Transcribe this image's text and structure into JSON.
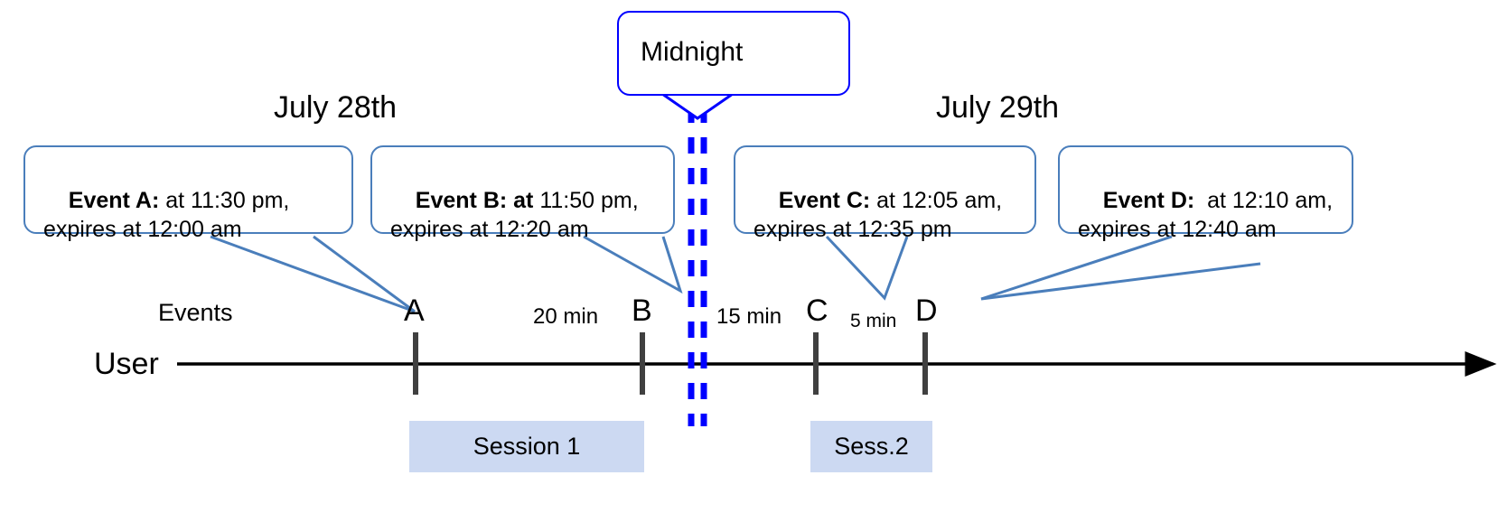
{
  "diagram": {
    "title_dates": [
      {
        "id": "july-28",
        "label": "July 28th"
      },
      {
        "id": "july-29",
        "label": "July 29th"
      }
    ],
    "midnight_marker": {
      "label": "Midnight",
      "line_color": "#0000ff",
      "border_color": "#0000ff"
    },
    "axis": {
      "lane_label_events": "Events",
      "lane_label_user": "User",
      "line_color": "#000000",
      "tick_color": "#404040"
    },
    "callouts": [
      {
        "id": "event-a",
        "bold": "Event A:",
        "rest": " at 11:30 pm,",
        "line2": "expires at 12:00 am"
      },
      {
        "id": "event-b",
        "bold": "Event B: at",
        "rest": " 11:50 pm,",
        "line2": "expires at 12:20 am"
      },
      {
        "id": "event-c",
        "bold": "Event C:",
        "rest": " at 12:05 am,",
        "line2": "expires at 12:35 pm"
      },
      {
        "id": "event-d",
        "bold": "Event D:",
        "rest": "  at 12:10 am,",
        "line2": "expires at 12:40 am"
      }
    ],
    "ticks": [
      {
        "id": "tick-a",
        "label": "A"
      },
      {
        "id": "tick-b",
        "label": "B"
      },
      {
        "id": "tick-c",
        "label": "C"
      },
      {
        "id": "tick-d",
        "label": "D"
      }
    ],
    "gaps": [
      {
        "id": "gap-a-b",
        "label": "20 min"
      },
      {
        "id": "gap-b-c",
        "label": "15 min"
      },
      {
        "id": "gap-c-d",
        "label": "5 min"
      }
    ],
    "sessions": [
      {
        "id": "session-1",
        "label": "Session 1",
        "color": "#ccd9f2"
      },
      {
        "id": "session-2",
        "label": "Sess.2",
        "color": "#ccd9f2"
      }
    ]
  }
}
